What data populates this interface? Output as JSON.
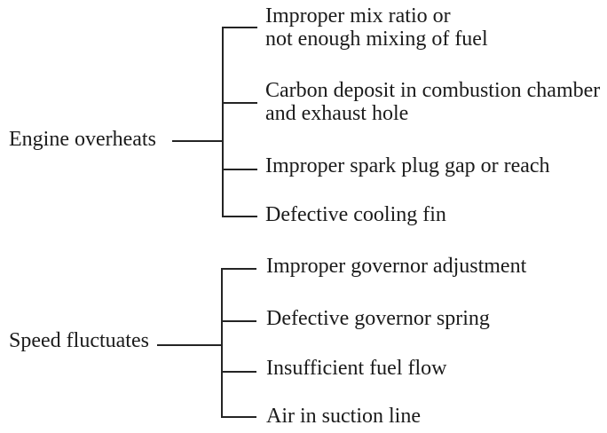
{
  "diagram": {
    "type": "fault-tree",
    "ink_color": "#1b1b1b",
    "background_color": "#ffffff",
    "groups": [
      {
        "label": "Engine overheats",
        "causes": [
          "Improper mix ratio or\nnot enough mixing of fuel",
          "Carbon deposit in combustion chamber\nand exhaust hole",
          "Improper spark plug gap or reach",
          "Defective cooling fin"
        ]
      },
      {
        "label": "Speed fluctuates",
        "causes": [
          "Improper governor adjustment",
          "Defective governor spring",
          "Insufficient fuel flow",
          "Air in suction line"
        ]
      }
    ]
  }
}
